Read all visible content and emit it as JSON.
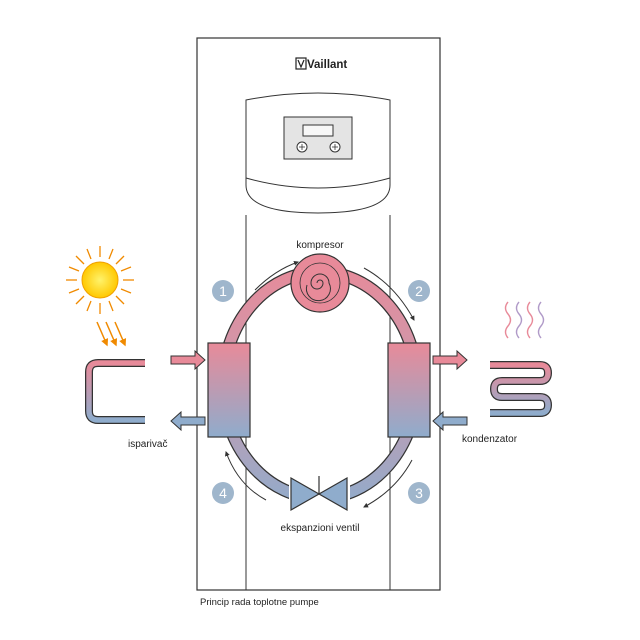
{
  "brand": "Vaillant",
  "labels": {
    "compressor": "kompresor",
    "evaporator": "isparivač",
    "condenser": "kondenzator",
    "expansion_valve": "ekspanzioni ventil"
  },
  "caption": "Princip rada toplotne pumpe",
  "steps": [
    "1",
    "2",
    "3",
    "4"
  ],
  "colors": {
    "hot": "#e88a99",
    "cold": "#8faccc",
    "step_badge": "#9fb6cc",
    "sun": "#ffd000",
    "sun_rays": "#f08a00",
    "outline": "#333333"
  },
  "icons": [
    "sun-icon",
    "heat-waves-icon",
    "display-knob-icon"
  ]
}
